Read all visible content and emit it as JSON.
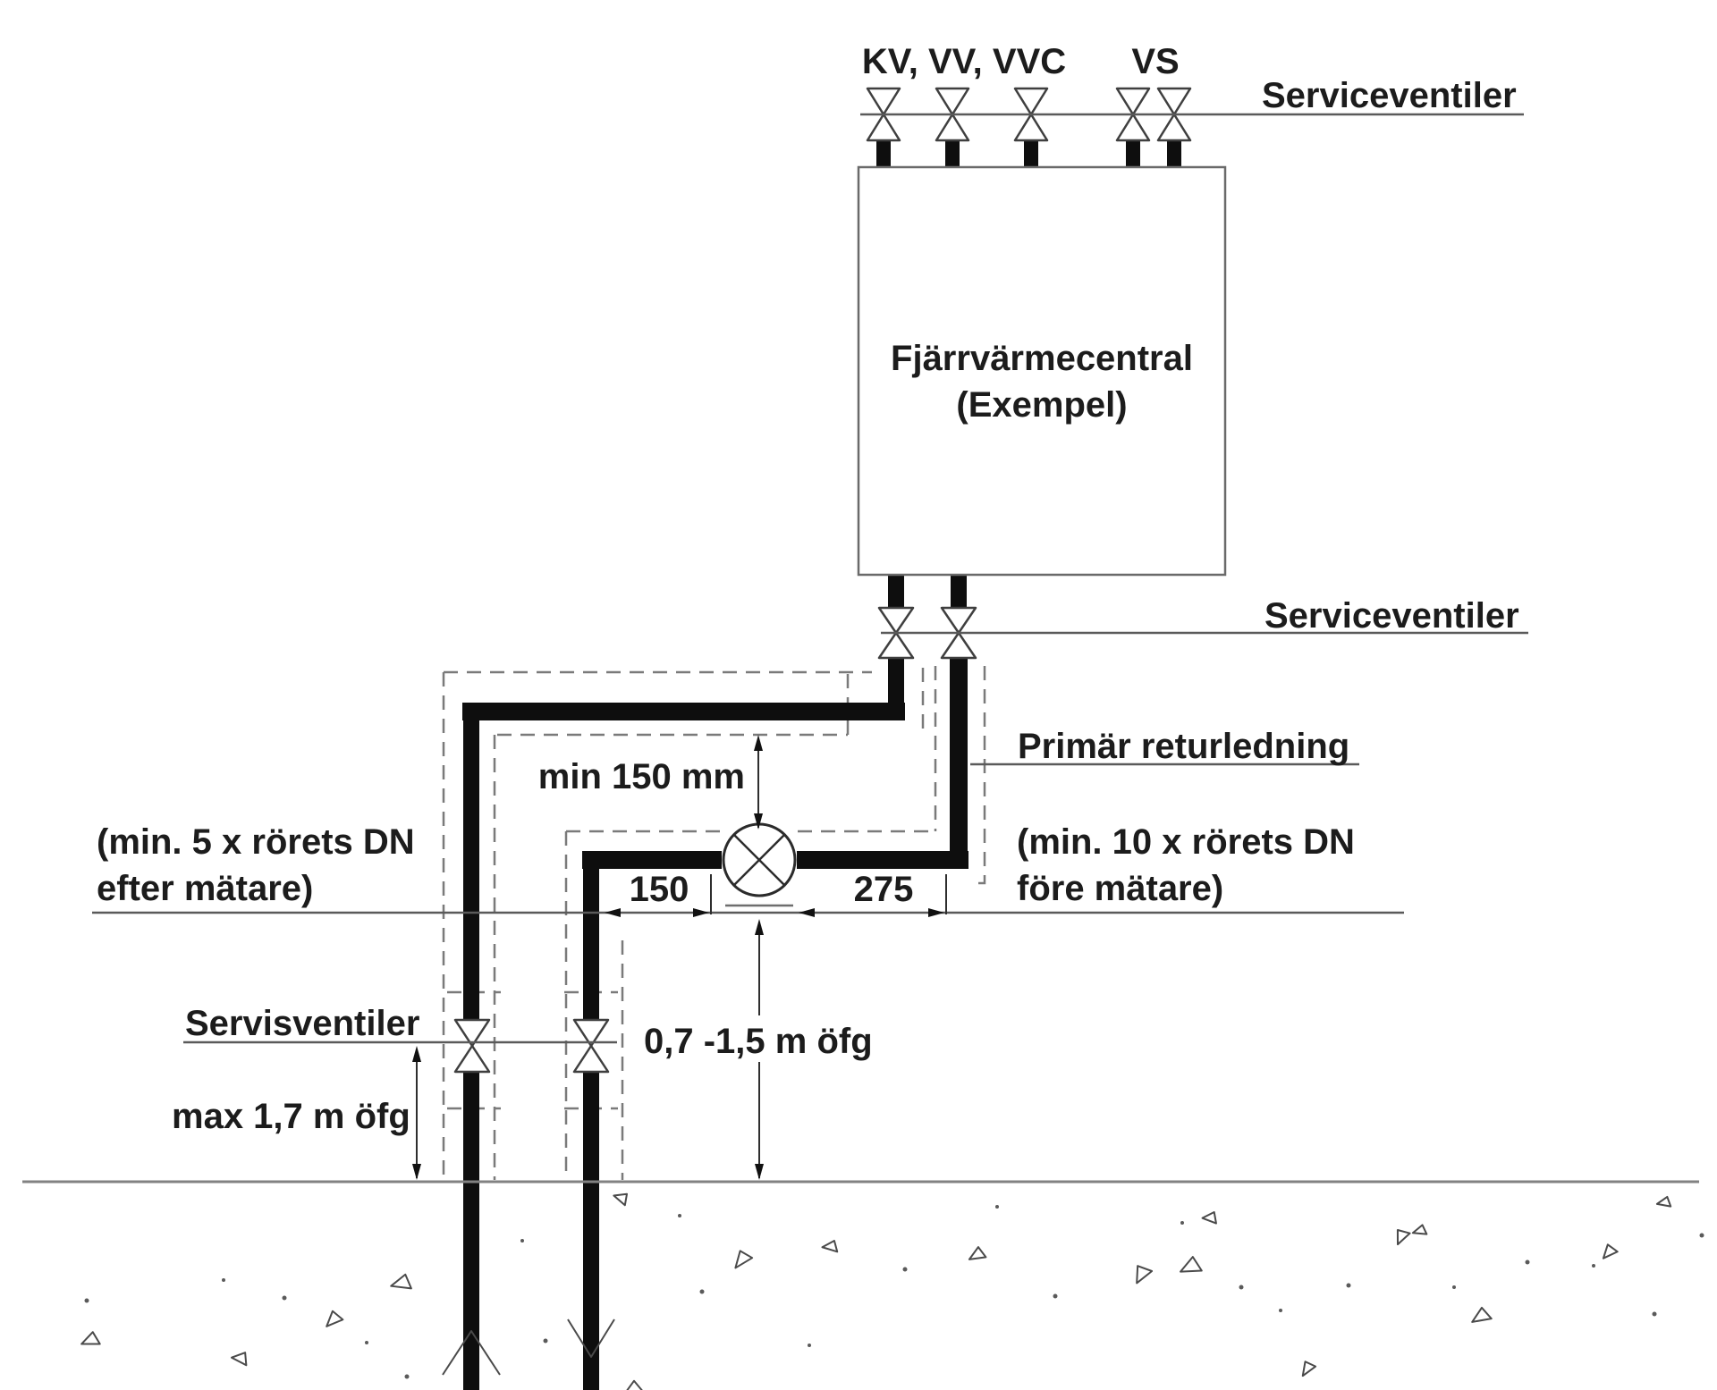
{
  "diagram": {
    "labels": {
      "secondary_valve_group": "KV, VV, VVC",
      "heating_valve_group": "VS",
      "service_valves_top": "Serviceventiler",
      "unit_name": "Fjärrvärmecentral",
      "unit_subtitle": "(Exempel)",
      "service_valves_mid": "Serviceventiler",
      "primary_return": "Primär returledning",
      "min_clearance": "min 150 mm",
      "dim_after_meter": "150",
      "dim_before_meter": "275",
      "note_left_line1": "(min. 5 x rörets DN",
      "note_left_line2": "efter mätare)",
      "note_right_line1": "(min. 10 x rörets DN",
      "note_right_line2": "före mätare)",
      "service_valves_ground": "Servisventiler",
      "valve_height_note": "max 1,7 m öfg",
      "meter_height_note": "0,7 -1,5 m öfg"
    },
    "colors": {
      "ink": "#1c1c1c",
      "pipe": "#0e0e0e",
      "line": "#5a5a5a",
      "dashed": "#7a7a7a",
      "background": "#ffffff"
    }
  }
}
